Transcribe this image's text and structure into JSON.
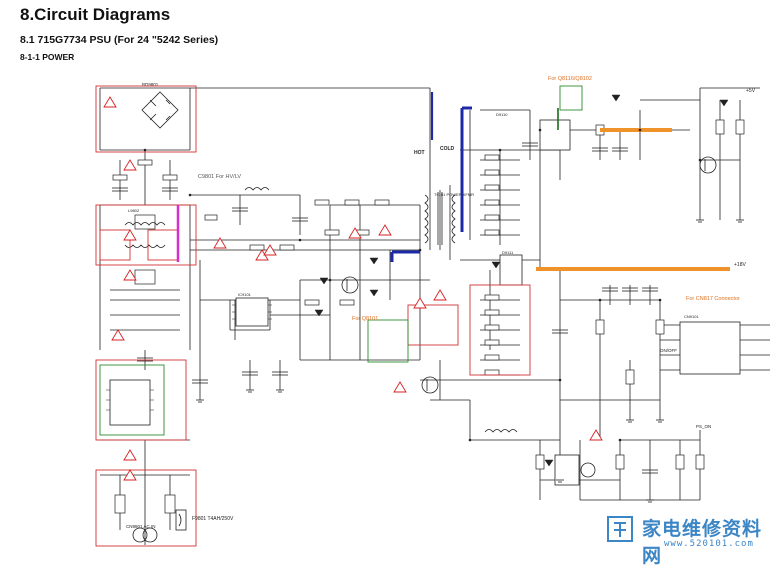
{
  "header": {
    "title": "8.Circuit Diagrams",
    "subtitle": "8.1 715G7734 PSU (For 24 \"5242 Series)",
    "section": "8-1-1 POWER"
  },
  "notes": {
    "hv_lv": "C9801\nFor HV/LV",
    "q8116": "For Q8116/Q8102",
    "q8101": "For Q8101",
    "cn817": "For CN817 Connector"
  },
  "labels": {
    "rail_5v": "+5V",
    "rail_14v": "+18V",
    "cold": "COLD",
    "hot": "HOT",
    "fuse": "F9801\nT4AH/250V",
    "ac_in": "CN9801\nAC IN",
    "on_off": "ON/OFF",
    "ps_on": "PS_ON",
    "bd_9801": "BD9801",
    "t9101": "T9101\nPOWER XFMR",
    "l9802": "L9802",
    "u9101": "IC9101",
    "d9110": "D9110",
    "d9111": "D9111",
    "cn9101": "CN9101"
  },
  "watermark": {
    "cn": "家电维修资料网",
    "url": "www.520101.com"
  },
  "colors": {
    "wire": "#222222",
    "box_red": "#d03030",
    "note_orange": "#e07020",
    "rail_orange": "#f0922a",
    "hv_blue": "#1c2aa8",
    "magenta": "#d62fd0",
    "green": "#2e8a2e",
    "warn_red": "#d62020",
    "dark_green": "#1a6a1a",
    "watermark": "#3d86c6"
  }
}
